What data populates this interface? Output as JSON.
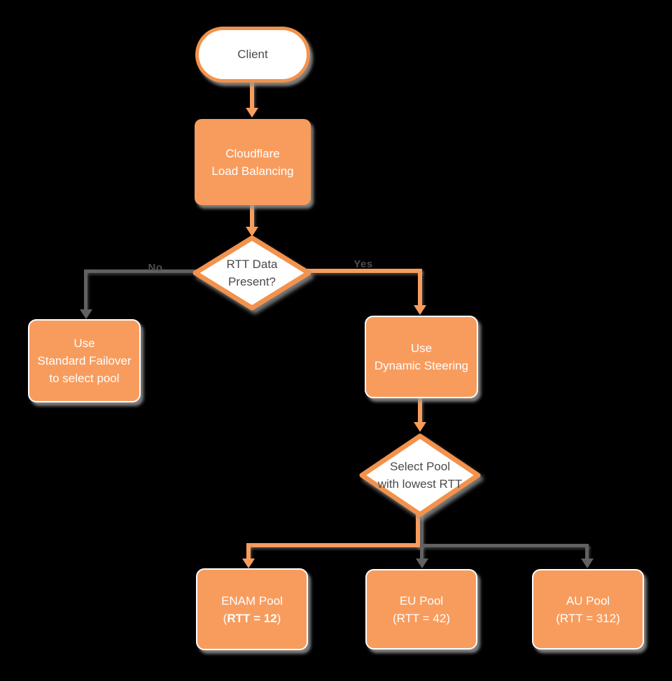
{
  "diagram": {
    "nodes": {
      "client": {
        "type": "terminator",
        "label": "Client"
      },
      "load_balancer": {
        "type": "process",
        "lines": [
          "Cloudflare",
          "Load Balancing"
        ]
      },
      "rtt_decision": {
        "type": "decision",
        "lines": [
          "RTT Data",
          "Present?"
        ]
      },
      "standard_failover": {
        "type": "process",
        "lines": [
          "Use",
          "Standard Failover",
          "to select pool"
        ]
      },
      "dynamic_steering": {
        "type": "process",
        "lines": [
          "Use",
          "Dynamic Steering"
        ]
      },
      "select_pool": {
        "type": "decision",
        "lines": [
          "Select Pool",
          "with lowest RTT"
        ]
      },
      "enam_pool": {
        "type": "process",
        "title": "ENAM Pool",
        "rtt_open": "(",
        "rtt_value": "RTT = 12",
        "rtt_close": ")"
      },
      "eu_pool": {
        "type": "process",
        "title": "EU Pool",
        "rtt": "(RTT = 42)"
      },
      "au_pool": {
        "type": "process",
        "title": "AU Pool",
        "rtt": "(RTT = 312)"
      }
    },
    "edges": {
      "no_label": "No",
      "yes_label": "Yes"
    },
    "colors": {
      "background": "#000000",
      "orange_fill": "#F89C5E",
      "orange_border": "#F2924C",
      "gray_connector": "#616161",
      "text_on_orange": "#FFFFFF",
      "dark_text": "#4A4A4A",
      "shadow": "#969696"
    }
  }
}
